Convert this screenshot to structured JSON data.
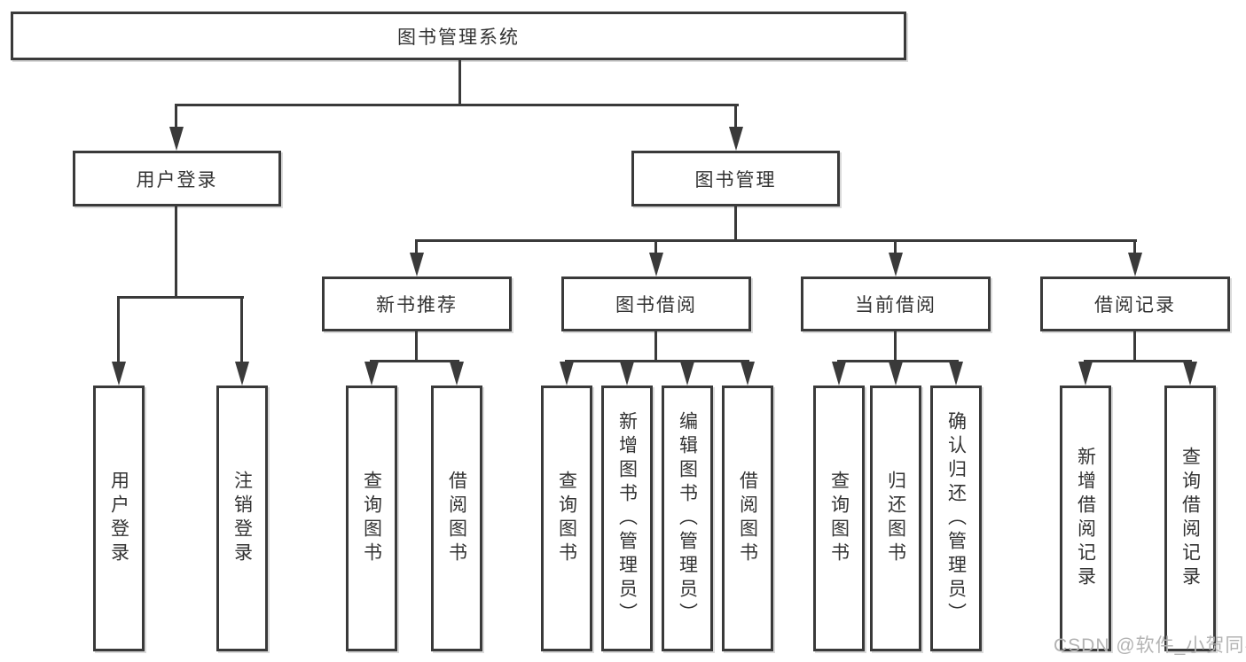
{
  "diagram": {
    "root": {
      "label": "图书管理系统"
    },
    "level2": [
      {
        "id": "user-login",
        "label": "用户登录"
      },
      {
        "id": "book-management",
        "label": "图书管理"
      }
    ],
    "level3": [
      {
        "id": "new-book-recommendation",
        "label": "新书推荐"
      },
      {
        "id": "book-borrowing",
        "label": "图书借阅"
      },
      {
        "id": "current-borrowing",
        "label": "当前借阅"
      },
      {
        "id": "borrowing-records",
        "label": "借阅记录"
      }
    ],
    "leaves": {
      "user_login": [
        {
          "label": "用户登录"
        },
        {
          "label": "注销登录"
        }
      ],
      "new_book": [
        {
          "label": "查询图书"
        },
        {
          "label": "借阅图书"
        }
      ],
      "book_borrow": [
        {
          "label": "查询图书"
        },
        {
          "label": "新增图书（管理员）"
        },
        {
          "label": "编辑图书（管理员）"
        },
        {
          "label": "借阅图书"
        }
      ],
      "current_borrow": [
        {
          "label": "查询图书"
        },
        {
          "label": "归还图书"
        },
        {
          "label": "确认归还（管理员）"
        }
      ],
      "borrow_records": [
        {
          "label": "新增借阅记录"
        },
        {
          "label": "查询借阅记录"
        }
      ]
    }
  },
  "watermark": {
    "text": "CSDN @软件_小贺同学"
  },
  "colors": {
    "line": "#3a3a3a",
    "text": "#333333",
    "background": "#ffffff",
    "watermark": "#b3b3b3"
  }
}
